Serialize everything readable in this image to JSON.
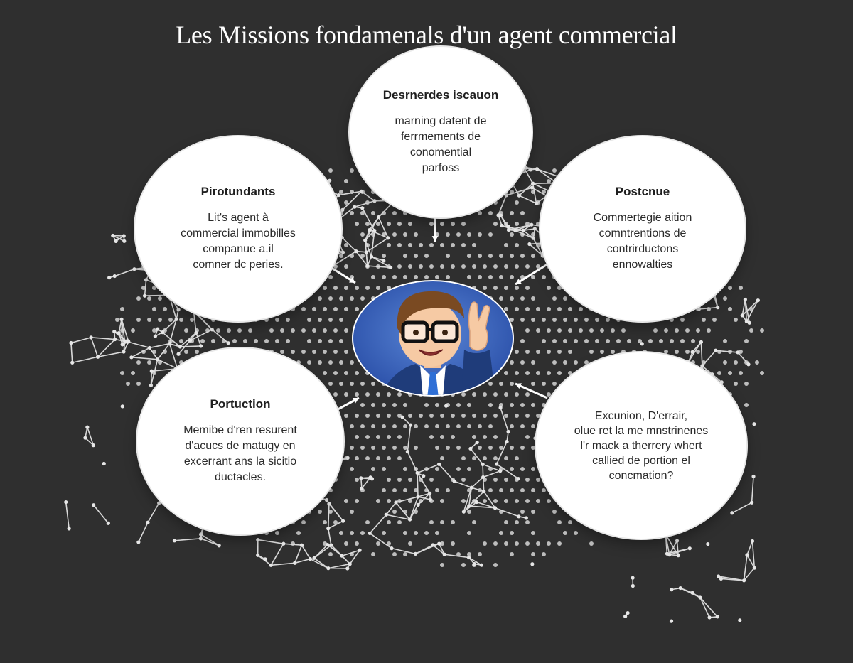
{
  "title": "Les Missions fondamenals d'un agent commercial",
  "colors": {
    "background": "#2f2f2f",
    "bubble": "#ffffff",
    "network": "#d9d9d9",
    "avatar_ring": "#2f5bb7"
  },
  "bubbles": {
    "top": {
      "heading": "Desrnerdes iscauon",
      "text": "marning datent de\nferrmements de\nconomential\nparfoss"
    },
    "top_left": {
      "heading": "Pirotundants",
      "text": "Lit's agent à\ncommercial immobilles\ncompanue a.il\ncomner dc peries."
    },
    "top_right": {
      "heading": "Postcnue",
      "text": "Commertegie aition\ncomntrentions de\ncontrirductons\nennowalties"
    },
    "bottom_left": {
      "heading": "Portuction",
      "text": "Memibe d'ren resurent\nd'acucs de matugy en\nexcerrant ans la sicitio\nductacles."
    },
    "bottom_right": {
      "heading": "",
      "text": "Excunion, D'errair,\nolue ret la me mnstrinenes\nl'r mack a therrery whert\ncallied de portion el\nconcmation?"
    }
  },
  "icons": [
    "agent-avatar-icon",
    "arrow-icon"
  ]
}
